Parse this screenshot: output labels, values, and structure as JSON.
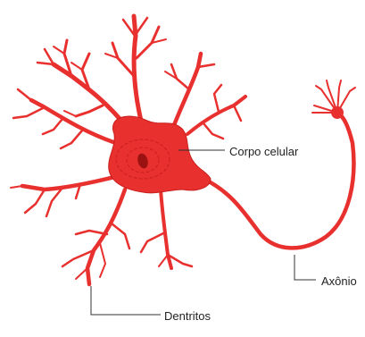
{
  "diagram": {
    "labels": {
      "cell_body": "Corpo celular",
      "axon": "Axônio",
      "dendrites": "Dentritos"
    },
    "colors": {
      "neuron": "#e8302e",
      "neuron_dark": "#c81e1c",
      "nucleus": "#9b1212",
      "leader_line": "#333333"
    }
  }
}
